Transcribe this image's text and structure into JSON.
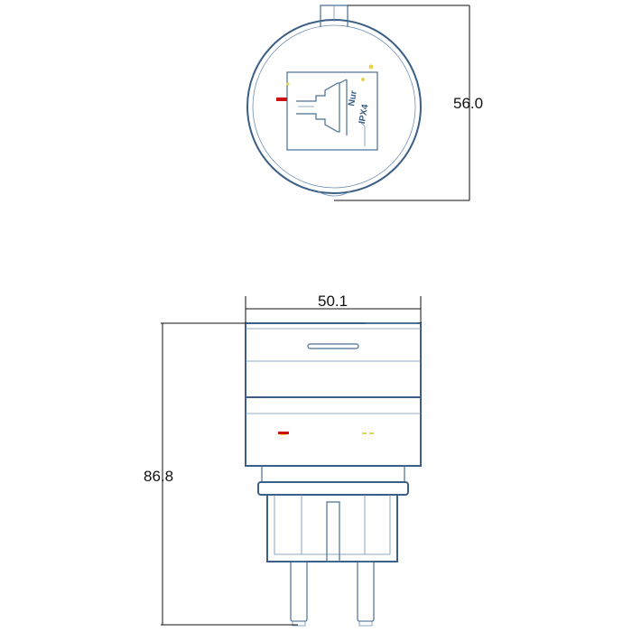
{
  "dimensions": {
    "diameter": "56.0",
    "width": "50.1",
    "height": "86.8"
  },
  "symbol": {
    "line1": "Nur",
    "line2": "IPX4"
  },
  "colors": {
    "outline": "#4a6f95",
    "dimension": "#111111",
    "red_indicator": "#cc1111",
    "yellow_indicator": "#e8d24a"
  }
}
